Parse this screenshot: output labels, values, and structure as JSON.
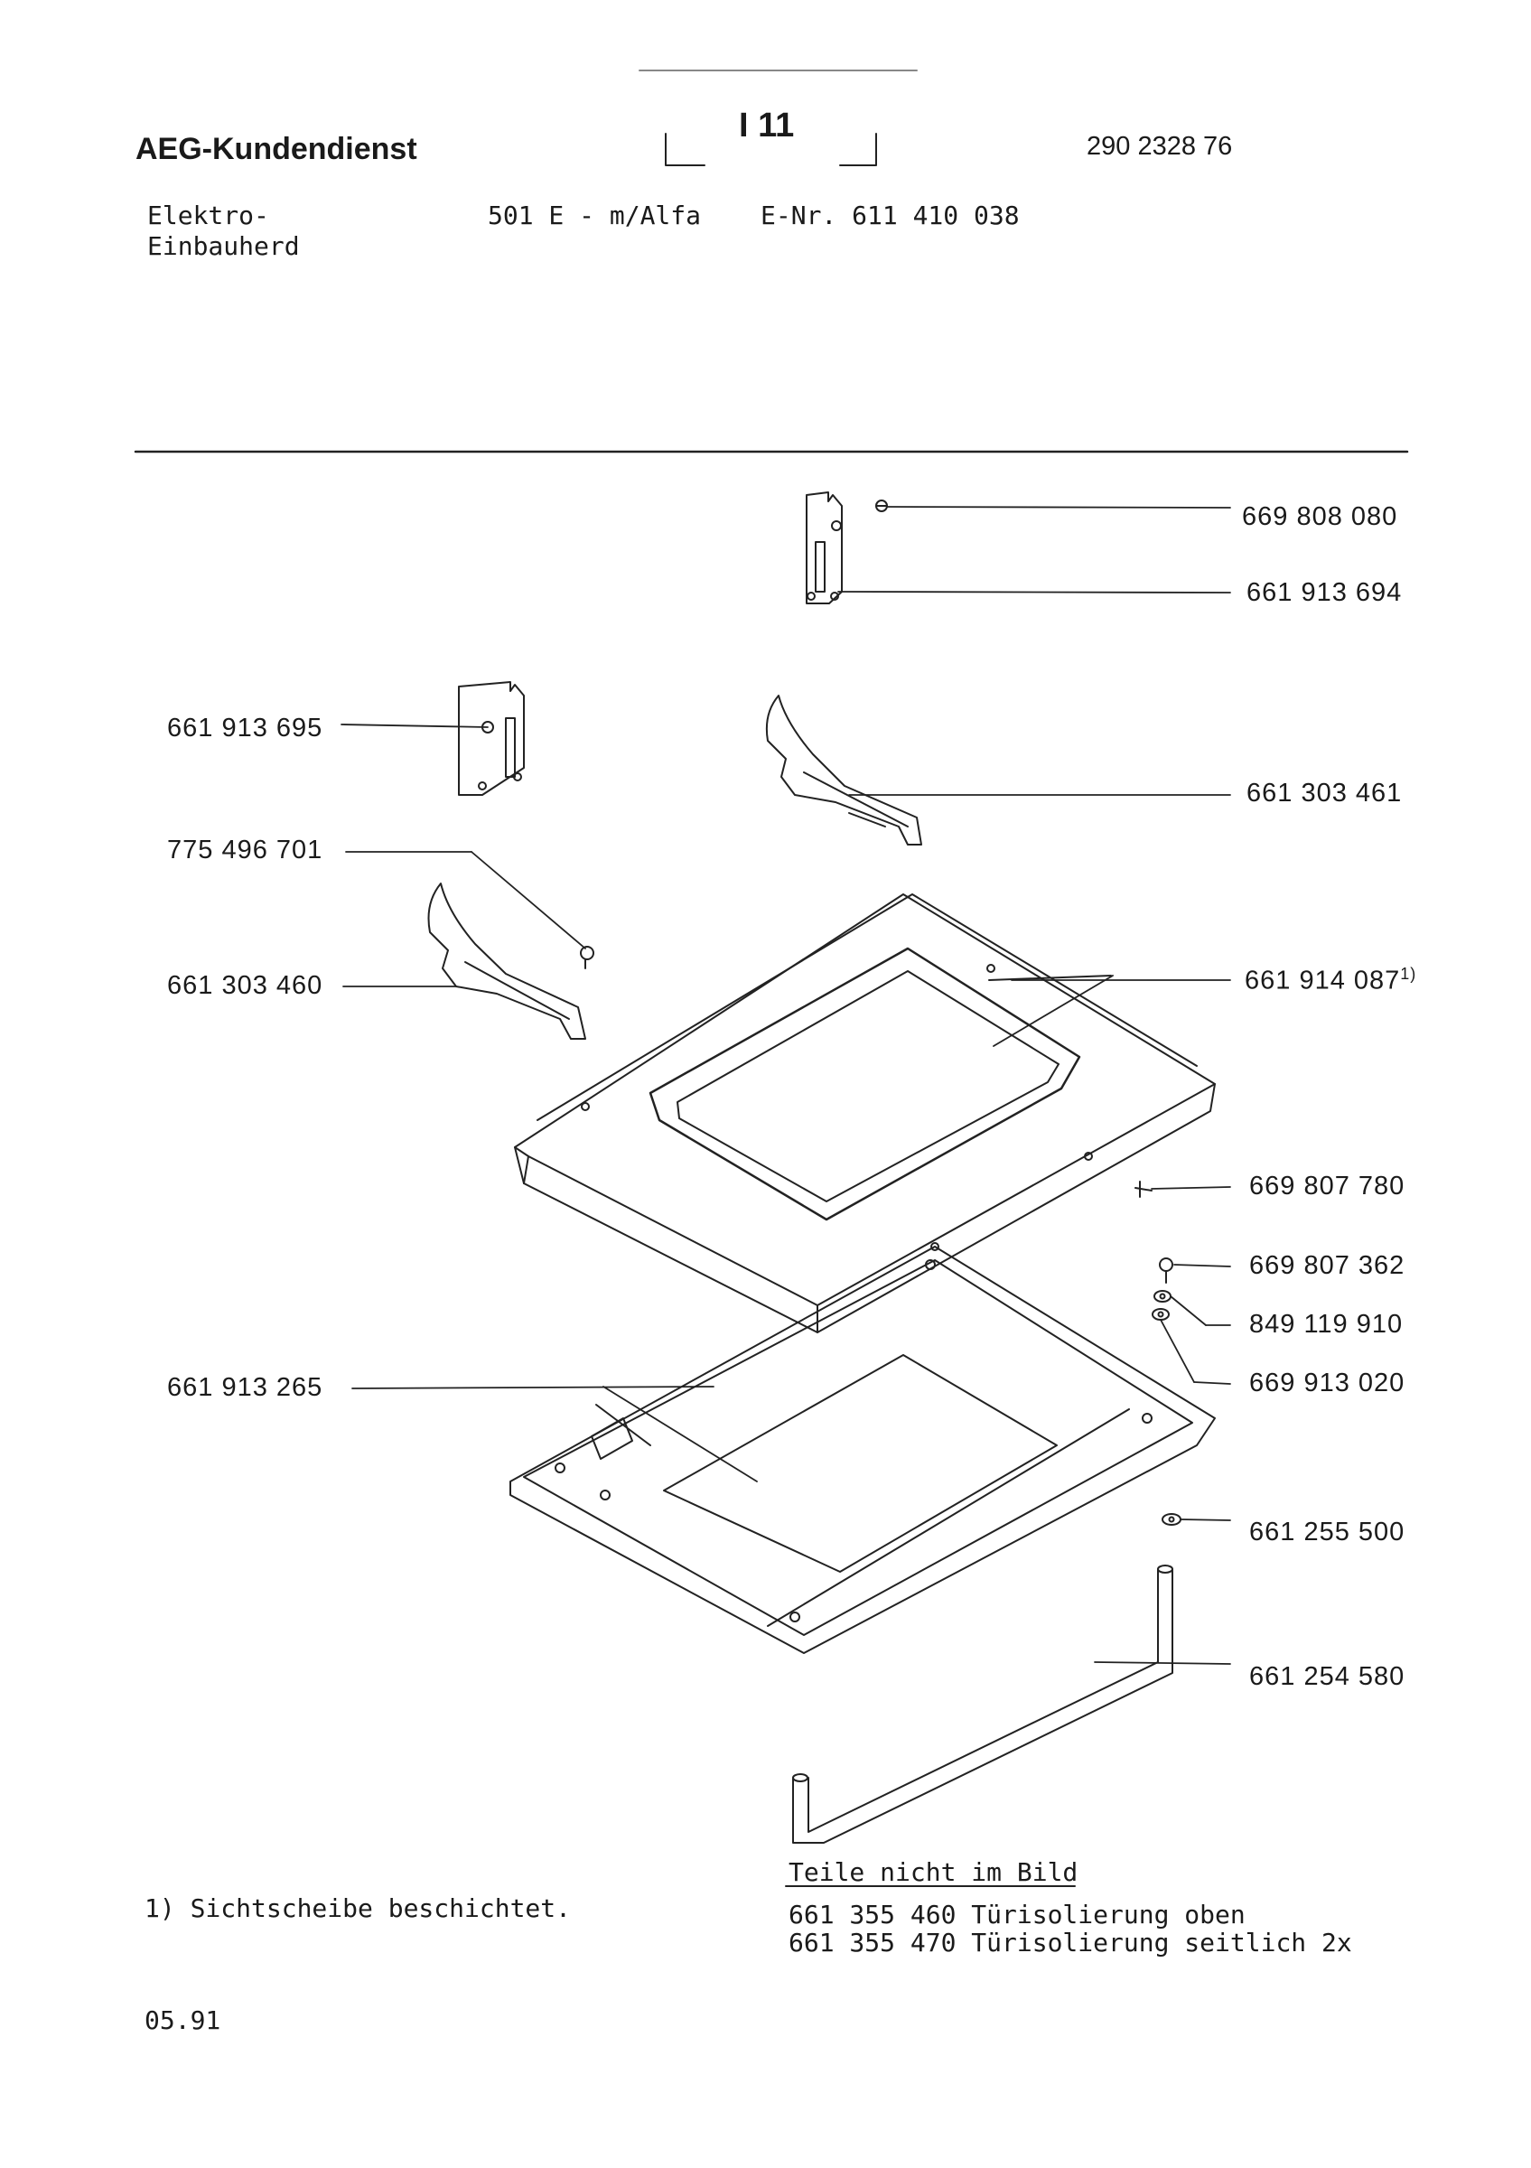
{
  "header": {
    "brand": "AEG-Kundendienst",
    "page_code": "I 11",
    "doc_number": "290 2328 76",
    "product_line1": "Elektro-",
    "product_line2": "Einbauherd",
    "model": "501 E - m/Alfa",
    "enr": "E-Nr. 611 410 038"
  },
  "parts": [
    {
      "number": "669 808 080",
      "footnote": ""
    },
    {
      "number": "661 913 694",
      "footnote": ""
    },
    {
      "number": "661 913 695",
      "footnote": ""
    },
    {
      "number": "661 303 461",
      "footnote": ""
    },
    {
      "number": "775 496 701",
      "footnote": ""
    },
    {
      "number": "661 303 460",
      "footnote": ""
    },
    {
      "number": "661 914 087",
      "footnote": "1)"
    },
    {
      "number": "669 807 780",
      "footnote": ""
    },
    {
      "number": "669 807 362",
      "footnote": ""
    },
    {
      "number": "849 119 910",
      "footnote": ""
    },
    {
      "number": "661 913 265",
      "footnote": ""
    },
    {
      "number": "669 913 020",
      "footnote": ""
    },
    {
      "number": "661 255 500",
      "footnote": ""
    },
    {
      "number": "661 254 580",
      "footnote": ""
    }
  ],
  "footnote": "1) Sichtscheibe beschichtet.",
  "not_shown": {
    "title": "Teile nicht im Bild",
    "lines": [
      "661 355 460 Türisolierung oben",
      "661 355 470 Türisolierung seitlich 2x"
    ]
  },
  "date": "05.91"
}
